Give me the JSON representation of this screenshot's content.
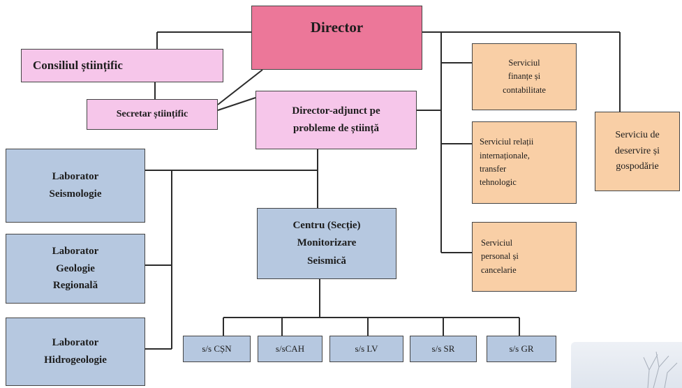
{
  "boxes": {
    "director": "Director",
    "consiliul": "Consiliul științific",
    "secretar": "Secretar științific",
    "adjunct": "Director-adjunct pe\nprobleme de știință",
    "lab_seismologie": "Laborator\nSeismologie",
    "lab_geologie": "Laborator\nGeologie\nRegională",
    "lab_hidro": "Laborator\nHidrogeologie",
    "centru": "Centru (Secție)\nMonitorizare\nSeismică",
    "serv_finante": "Serviciul\nfinanțe și\ncontabilitate",
    "serv_relatii": "Serviciul relații\ninternaționale,\ntransfer\ntehnologic",
    "serv_personal": "Serviciul\npersonal și\ncancelarie",
    "serv_deservire": "Serviciu de\ndeservire și\ngospodărie",
    "ss_csn": "s/s CȘN",
    "ss_cah": "s/sCAH",
    "ss_lv": "s/s LV",
    "ss_sr": "s/s SR",
    "ss_gr": "s/s GR"
  },
  "colors": {
    "director": "#ec7799",
    "pink": "#f6c6ea",
    "blue": "#b6c8e0",
    "orange": "#f9cfa6",
    "lines": "#2b2b2b"
  }
}
